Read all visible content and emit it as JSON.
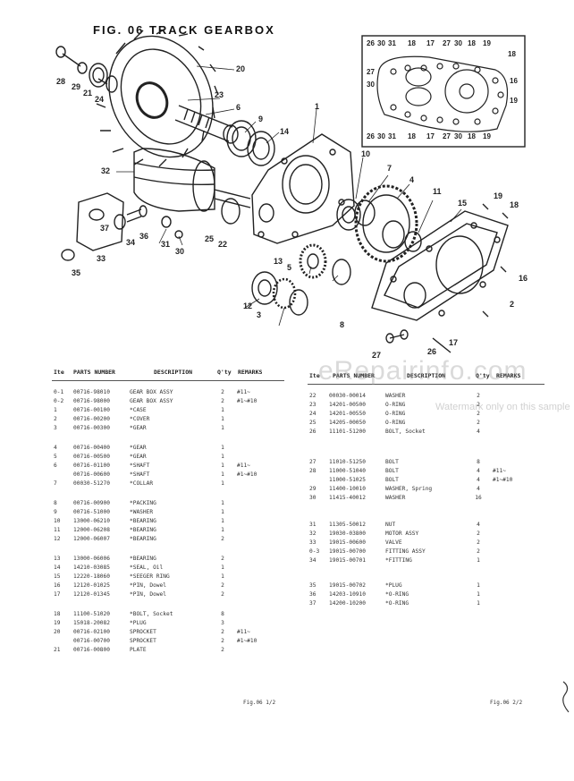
{
  "figure": {
    "title": "FIG. 06   TRACK GEARBOX",
    "callouts": [
      "28",
      "29",
      "21",
      "24",
      "20",
      "23",
      "6",
      "9",
      "14",
      "1",
      "32",
      "10",
      "7",
      "4",
      "11",
      "37",
      "36",
      "34",
      "31",
      "30",
      "25",
      "22",
      "19",
      "18",
      "15",
      "5",
      "13",
      "12",
      "3",
      "2",
      "16",
      "17",
      "8",
      "26",
      "27",
      "33",
      "35"
    ],
    "inset_callouts_top": [
      "26",
      "30",
      "31",
      "18",
      "17",
      "27",
      "30",
      "18",
      "19"
    ],
    "inset_callouts_side": [
      "27",
      "30",
      "18",
      "16",
      "19"
    ],
    "inset_callouts_bottom": [
      "26",
      "30",
      "31",
      "18",
      "17",
      "27",
      "30",
      "18",
      "19"
    ]
  },
  "table": {
    "headers": {
      "item": "Ite",
      "part_number": "PARTS NUMBER",
      "description": "DESCRIPTION",
      "qty": "Q'ty",
      "remarks": "REMARKS"
    },
    "left_rows": [
      {
        "no": "0-1",
        "pn": "00716-98010",
        "desc": "GEAR BOX ASSY",
        "qty": "2",
        "rem": "#11~"
      },
      {
        "no": "0-2",
        "pn": "00716-98000",
        "desc": "GEAR BOX ASSY",
        "qty": "2",
        "rem": "#1~#10"
      },
      {
        "no": "1",
        "pn": "00716-00100",
        "desc": "*CASE",
        "qty": "1",
        "rem": ""
      },
      {
        "no": "2",
        "pn": "00716-00200",
        "desc": "*COVER",
        "qty": "1",
        "rem": ""
      },
      {
        "no": "3",
        "pn": "00716-00300",
        "desc": "*GEAR",
        "qty": "1",
        "rem": ""
      },
      {
        "no": "4",
        "pn": "00716-00400",
        "desc": "*GEAR",
        "qty": "1",
        "rem": ""
      },
      {
        "no": "5",
        "pn": "00716-00500",
        "desc": "*GEAR",
        "qty": "1",
        "rem": ""
      },
      {
        "no": "6",
        "pn": "00716-01100",
        "desc": "*SHAFT",
        "qty": "1",
        "rem": "#11~"
      },
      {
        "no": "",
        "pn": "00716-00600",
        "desc": "*SHAFT",
        "qty": "1",
        "rem": "#1~#10"
      },
      {
        "no": "7",
        "pn": "00030-51270",
        "desc": "*COLLAR",
        "qty": "1",
        "rem": ""
      },
      {
        "no": "8",
        "pn": "00716-00900",
        "desc": "*PACKING",
        "qty": "1",
        "rem": ""
      },
      {
        "no": "9",
        "pn": "00716-51000",
        "desc": "*WASHER",
        "qty": "1",
        "rem": ""
      },
      {
        "no": "10",
        "pn": "13000-06210",
        "desc": "*BEARING",
        "qty": "1",
        "rem": ""
      },
      {
        "no": "11",
        "pn": "12000-06208",
        "desc": "*BEARING",
        "qty": "1",
        "rem": ""
      },
      {
        "no": "12",
        "pn": "12000-06007",
        "desc": "*BEARING",
        "qty": "2",
        "rem": ""
      },
      {
        "no": "13",
        "pn": "13000-06006",
        "desc": "*BEARING",
        "qty": "2",
        "rem": ""
      },
      {
        "no": "14",
        "pn": "14210-03085",
        "desc": "*SEAL, Oil",
        "qty": "1",
        "rem": ""
      },
      {
        "no": "15",
        "pn": "12220-18060",
        "desc": "*SEEGER RING",
        "qty": "1",
        "rem": ""
      },
      {
        "no": "16",
        "pn": "12120-01025",
        "desc": "*PIN, Dowel",
        "qty": "2",
        "rem": ""
      },
      {
        "no": "17",
        "pn": "12120-01345",
        "desc": "*PIN, Dowel",
        "qty": "2",
        "rem": ""
      },
      {
        "no": "18",
        "pn": "11100-51020",
        "desc": "*BOLT, Socket",
        "qty": "8",
        "rem": ""
      },
      {
        "no": "19",
        "pn": "15018-20082",
        "desc": "*PLUG",
        "qty": "3",
        "rem": ""
      },
      {
        "no": "20",
        "pn": "00716-02100",
        "desc": "SPROCKET",
        "qty": "2",
        "rem": "#11~"
      },
      {
        "no": "",
        "pn": "00716-00700",
        "desc": "SPROCKET",
        "qty": "2",
        "rem": "#1~#10"
      },
      {
        "no": "21",
        "pn": "00716-00800",
        "desc": "PLATE",
        "qty": "2",
        "rem": ""
      }
    ],
    "right_rows": [
      {
        "no": "22",
        "pn": "00030-00014",
        "desc": "WASHER",
        "qty": "2",
        "rem": ""
      },
      {
        "no": "23",
        "pn": "14201-00500",
        "desc": "O-RING",
        "qty": "2",
        "rem": ""
      },
      {
        "no": "24",
        "pn": "14201-00550",
        "desc": "O-RING",
        "qty": "2",
        "rem": ""
      },
      {
        "no": "25",
        "pn": "14205-00050",
        "desc": "O-RING",
        "qty": "2",
        "rem": ""
      },
      {
        "no": "26",
        "pn": "11101-51200",
        "desc": "BOLT, Socket",
        "qty": "4",
        "rem": ""
      },
      {
        "no": "27",
        "pn": "11010-51250",
        "desc": "BOLT",
        "qty": "8",
        "rem": ""
      },
      {
        "no": "28",
        "pn": "11000-51040",
        "desc": "BOLT",
        "qty": "4",
        "rem": "#11~"
      },
      {
        "no": "",
        "pn": "11000-51025",
        "desc": "BOLT",
        "qty": "4",
        "rem": "#1~#10"
      },
      {
        "no": "29",
        "pn": "11400-10010",
        "desc": "WASHER, Spring",
        "qty": "4",
        "rem": ""
      },
      {
        "no": "30",
        "pn": "11415-40012",
        "desc": "WASHER",
        "qty": "16",
        "rem": ""
      },
      {
        "no": "31",
        "pn": "11305-50012",
        "desc": "NUT",
        "qty": "4",
        "rem": ""
      },
      {
        "no": "32",
        "pn": "19030-03800",
        "desc": "MOTOR ASSY",
        "qty": "2",
        "rem": ""
      },
      {
        "no": "33",
        "pn": "19015-00600",
        "desc": "VALVE",
        "qty": "2",
        "rem": ""
      },
      {
        "no": "0-3",
        "pn": "19015-00700",
        "desc": "FITTING ASSY",
        "qty": "2",
        "rem": ""
      },
      {
        "no": "34",
        "pn": "19015-00701",
        "desc": "*FITTING",
        "qty": "1",
        "rem": ""
      },
      {
        "no": "35",
        "pn": "19015-00702",
        "desc": "*PLUG",
        "qty": "1",
        "rem": ""
      },
      {
        "no": "36",
        "pn": "14203-10910",
        "desc": "*O-RING",
        "qty": "1",
        "rem": ""
      },
      {
        "no": "37",
        "pn": "14200-10200",
        "desc": "*O-RING",
        "qty": "1",
        "rem": ""
      }
    ],
    "footer_left": "Fig.06  1/2",
    "footer_right": "Fig.06  2/2"
  },
  "watermark": {
    "main": "eRepairinfo.com",
    "sub": "Watermark only on this sample"
  }
}
